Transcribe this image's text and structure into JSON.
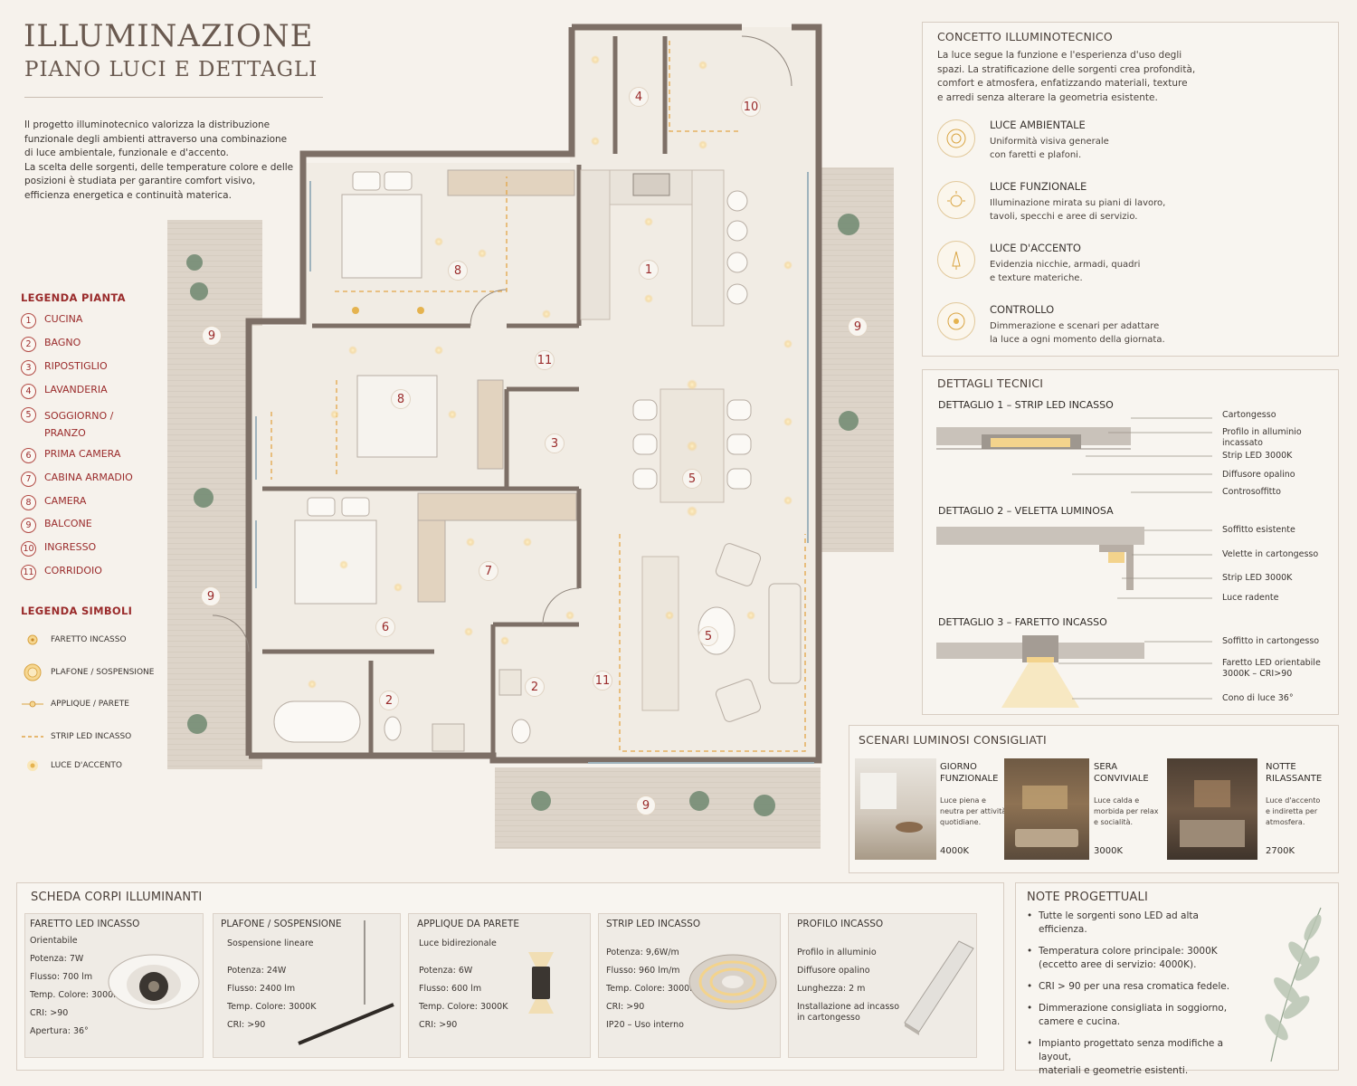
{
  "header": {
    "title": "ILLUMINAZIONE",
    "subtitle": "PIANO LUCI E DETTAGLI",
    "intro": [
      "Il progetto illuminotecnico valorizza la distribuzione",
      "funzionale degli ambienti attraverso una combinazione",
      "di luce ambientale, funzionale e d'accento.",
      "La scelta delle sorgenti, delle temperature colore e delle",
      "posizioni è studiata per garantire comfort visivo,",
      "efficienza energetica e continuità materica."
    ]
  },
  "legend_plan": {
    "title": "LEGENDA PIANTA",
    "items": [
      {
        "num": "1",
        "label": "CUCINA"
      },
      {
        "num": "2",
        "label": "BAGNO"
      },
      {
        "num": "3",
        "label": "RIPOSTIGLIO"
      },
      {
        "num": "4",
        "label": "LAVANDERIA"
      },
      {
        "num": "5",
        "label": "SOGGIORNO /",
        "label2": "PRANZO"
      },
      {
        "num": "6",
        "label": "PRIMA CAMERA"
      },
      {
        "num": "7",
        "label": "CABINA ARMADIO"
      },
      {
        "num": "8",
        "label": "CAMERA"
      },
      {
        "num": "9",
        "label": "BALCONE"
      },
      {
        "num": "10",
        "label": "INGRESSO"
      },
      {
        "num": "11",
        "label": "CORRIDOIO"
      }
    ]
  },
  "legend_symbols": {
    "title": "LEGENDA SIMBOLI",
    "items": [
      {
        "label": "FARETTO INCASSO",
        "icon": "recessed-spot-icon"
      },
      {
        "label": "PLAFONE / SOSPENSIONE",
        "icon": "ceiling-lamp-icon"
      },
      {
        "label": "APPLIQUE / PARETE",
        "icon": "wall-light-icon"
      },
      {
        "label": "STRIP LED INCASSO",
        "icon": "led-strip-icon"
      },
      {
        "label": "LUCE D'ACCENTO",
        "icon": "accent-light-icon"
      }
    ]
  },
  "plan": {
    "room_numbers": [
      "1",
      "2",
      "2",
      "3",
      "4",
      "5",
      "5",
      "6",
      "7",
      "8",
      "8",
      "9",
      "9",
      "9",
      "9",
      "10",
      "11",
      "11"
    ]
  },
  "concept": {
    "title": "CONCETTO ILLUMINOTECNICO",
    "text": [
      "La luce segue la funzione e l'esperienza d'uso degli",
      "spazi. La stratificazione delle sorgenti crea profondità,",
      "comfort e atmosfera, enfatizzando materiali, texture",
      "e arredi senza alterare la geometria esistente."
    ],
    "items": [
      {
        "title": "LUCE AMBIENTALE",
        "desc1": "Uniformità visiva generale",
        "desc2": "con faretti e plafoni.",
        "icon": "ambient-light-icon"
      },
      {
        "title": "LUCE FUNZIONALE",
        "desc1": "Illuminazione mirata su piani di lavoro,",
        "desc2": "tavoli, specchi e aree di servizio.",
        "icon": "functional-light-icon"
      },
      {
        "title": "LUCE D'ACCENTO",
        "desc1": "Evidenzia nicchie, armadi, quadri",
        "desc2": "e texture materiche.",
        "icon": "accent-light-icon"
      },
      {
        "title": "CONTROLLO",
        "desc1": "Dimmerazione e scenari per adattare",
        "desc2": "la luce a ogni momento della giornata.",
        "icon": "dimmer-control-icon"
      }
    ]
  },
  "details": {
    "title": "DETTAGLI TECNICI",
    "d1": {
      "title": "DETTAGLIO 1 – STRIP LED INCASSO",
      "labels": [
        "Cartongesso",
        "Profilo in alluminio",
        "incassato",
        "Strip LED 3000K",
        "Diffusore opalino",
        "Controsoffitto"
      ]
    },
    "d2": {
      "title": "DETTAGLIO 2 – VELETTA LUMINOSA",
      "labels": [
        "Soffitto esistente",
        "Velette in cartongesso",
        "Strip LED 3000K",
        "Luce radente"
      ]
    },
    "d3": {
      "title": "DETTAGLIO 3 – FARETTO INCASSO",
      "labels": [
        "Soffitto in cartongesso",
        "Faretto LED orientabile",
        "3000K – CRI>90",
        "Cono di luce 36°"
      ]
    }
  },
  "scenari": {
    "title": "SCENARI LUMINOSI CONSIGLIATI",
    "items": [
      {
        "t1": "GIORNO",
        "t2": "FUNZIONALE",
        "d1": "Luce piena e",
        "d2": "neutra per attività",
        "d3": "quotidiane.",
        "k": "4000K"
      },
      {
        "t1": "SERA",
        "t2": "CONVIVIALE",
        "d1": "Luce calda e",
        "d2": "morbida per relax",
        "d3": "e socialità.",
        "k": "3000K"
      },
      {
        "t1": "NOTTE",
        "t2": "RILASSANTE",
        "d1": "Luce d'accento",
        "d2": "e indiretta per",
        "d3": "atmosfera.",
        "k": "2700K"
      }
    ]
  },
  "scheda": {
    "title": "SCHEDA CORPI ILLUMINANTI",
    "cards": [
      {
        "title": "FARETTO LED INCASSO",
        "lines": [
          "Orientabile",
          "Potenza: 7W",
          "Flusso: 700 lm",
          "Temp. Colore: 3000K",
          "CRI: >90",
          "Apertura: 36°"
        ]
      },
      {
        "title": "PLAFONE / SOSPENSIONE",
        "lines": [
          "Sospensione lineare",
          "Potenza: 24W",
          "Flusso: 2400 lm",
          "Temp. Colore: 3000K",
          "CRI: >90"
        ]
      },
      {
        "title": "APPLIQUE DA PARETE",
        "lines": [
          "Luce bidirezionale",
          "Potenza: 6W",
          "Flusso: 600 lm",
          "Temp. Colore: 3000K",
          "CRI: >90"
        ]
      },
      {
        "title": "STRIP LED INCASSO",
        "lines": [
          "Potenza: 9,6W/m",
          "Flusso: 960 lm/m",
          "Temp. Colore: 3000K",
          "CRI: >90",
          "IP20 – Uso interno"
        ]
      },
      {
        "title": "PROFILO INCASSO",
        "lines": [
          "Profilo in alluminio",
          "Diffusore opalino",
          "Lunghezza: 2 m",
          "Installazione ad incasso",
          "in cartongesso"
        ]
      }
    ]
  },
  "note": {
    "title": "NOTE PROGETTUALI",
    "items": [
      {
        "l1": "Tutte le sorgenti sono LED ad alta efficienza.",
        "l2": ""
      },
      {
        "l1": "Temperatura colore principale: 3000K",
        "l2": "(eccetto aree di servizio: 4000K)."
      },
      {
        "l1": "CRI > 90 per una resa cromatica fedele.",
        "l2": ""
      },
      {
        "l1": "Dimmerazione consigliata in soggiorno,",
        "l2": "camere e cucina."
      },
      {
        "l1": "Impianto progettato senza modifiche a layout,",
        "l2": "materiali e geometrie esistenti."
      }
    ]
  },
  "colors": {
    "accent": "#9a2b2b",
    "wall": "#7d6f66",
    "light": "#f2c467",
    "panel_border": "#d8cdc2"
  }
}
